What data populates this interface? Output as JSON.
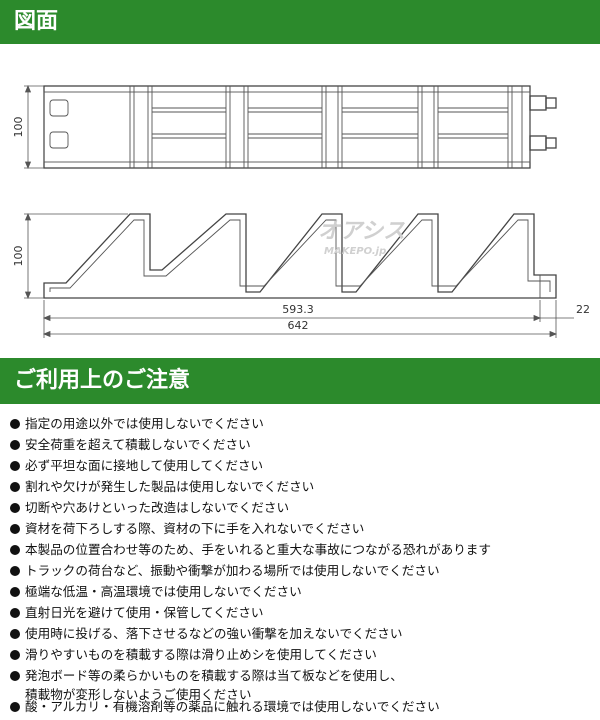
{
  "sections": {
    "drawing_title": "図面",
    "caution_title": "ご利用上のご注意"
  },
  "drawing": {
    "dims": {
      "top_height": "100",
      "side_height": "100",
      "inner_length": "593.3",
      "end_offset": "22",
      "total_length": "642"
    },
    "watermark": {
      "main": "オアシス",
      "sub": "MAKEPO.jp"
    }
  },
  "cautions": [
    {
      "text": "指定の用途以外では使用しないでください"
    },
    {
      "text": "安全荷重を超えて積載しないでください"
    },
    {
      "text": "必ず平坦な面に接地して使用してください"
    },
    {
      "text": "割れや欠けが発生した製品は使用しないでください"
    },
    {
      "text": "切断や穴あけといった改造はしないでください"
    },
    {
      "text": "資材を荷下ろしする際、資材の下に手を入れないでください"
    },
    {
      "text": "本製品の位置合わせ等のため、手をいれると重大な事故につながる恐れがあります"
    },
    {
      "text": "トラックの荷台など、振動や衝撃が加わる場所では使用しないでください"
    },
    {
      "text": "極端な低温・高温環境では使用しないでください"
    },
    {
      "text": "直射日光を避けて使用・保管してください"
    },
    {
      "text": "使用時に投げる、落下させるなどの強い衝撃を加えないでください"
    },
    {
      "text": "滑りやすいものを積載する際は滑り止めシを使用してください"
    },
    {
      "text": "発泡ボード等の柔らかいものを積載する際は当て板などを使用し、",
      "cont": "積載物が変形しないようご使用ください"
    },
    {
      "text": "酸・アルカリ・有機溶剤等の薬品に触れる環境では使用しないでください"
    }
  ]
}
